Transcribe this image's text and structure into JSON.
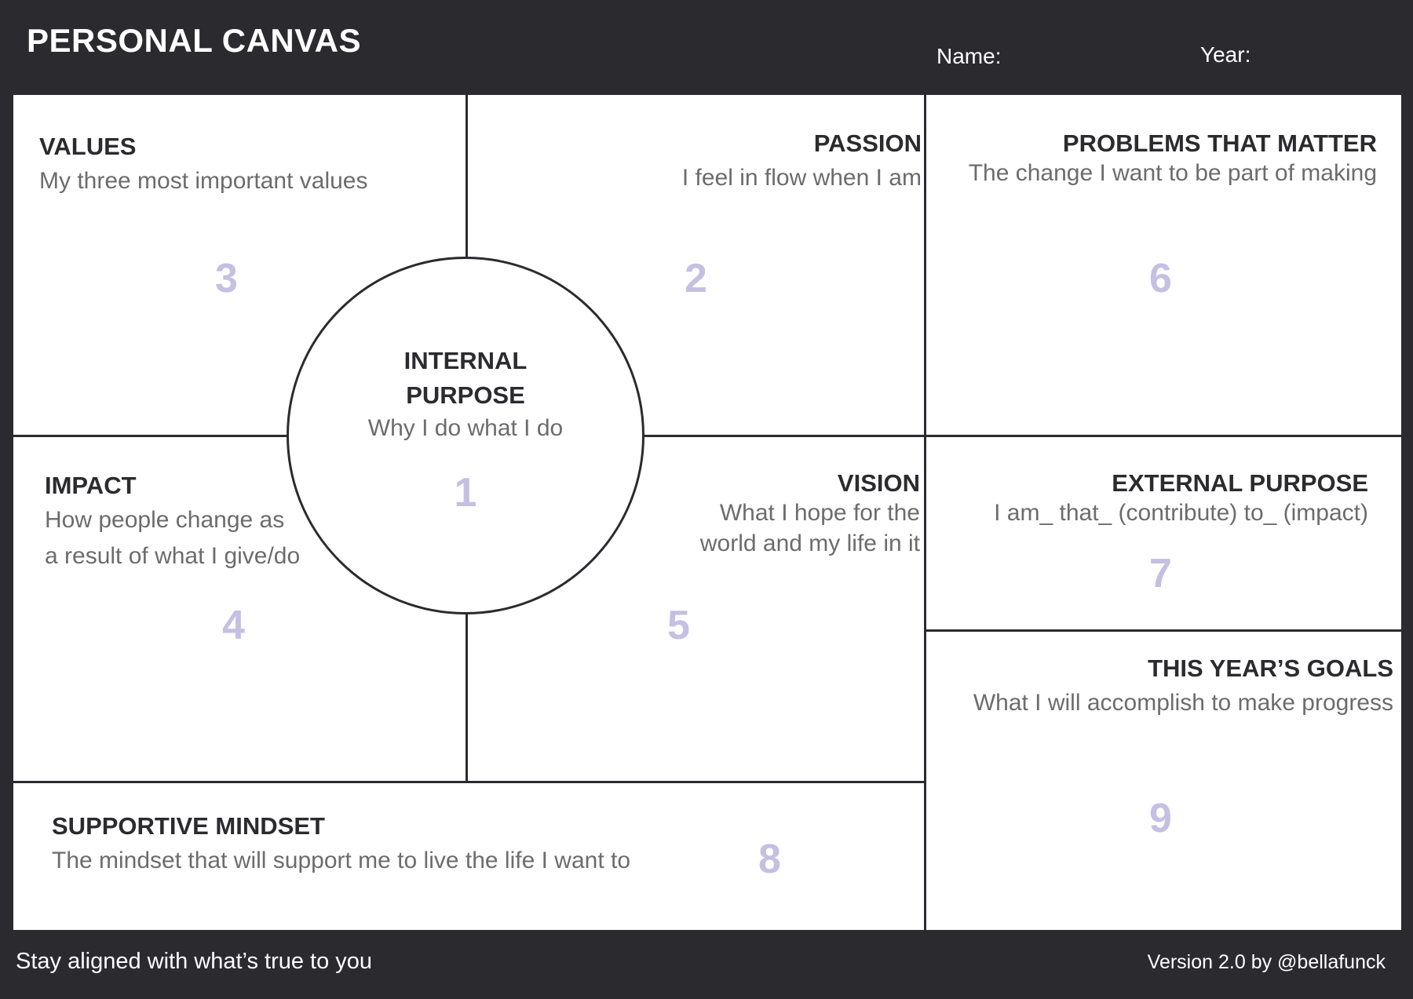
{
  "header": {
    "title": "PERSONAL CANVAS",
    "name_label": "Name:",
    "year_label": "Year:"
  },
  "sections": {
    "values": {
      "heading": "VALUES",
      "subtitle": "My three most important values",
      "number": "3"
    },
    "passion": {
      "heading": "PASSION",
      "subtitle": "I feel in flow when I am",
      "number": "2"
    },
    "problems": {
      "heading": "PROBLEMS THAT MATTER",
      "subtitle": "The change I want to be part of making",
      "number": "6"
    },
    "internal_purpose": {
      "heading_line1": "INTERNAL",
      "heading_line2": "PURPOSE",
      "subtitle": "Why I do what I do",
      "number": "1"
    },
    "impact": {
      "heading": "IMPACT",
      "subtitle_line1": "How people change as",
      "subtitle_line2": "a result of what I give/do",
      "number": "4"
    },
    "vision": {
      "heading": "VISION",
      "subtitle_line1": "What I hope for the",
      "subtitle_line2": "world and my life in it",
      "number": "5"
    },
    "external_purpose": {
      "heading": "EXTERNAL PURPOSE",
      "subtitle": "I am_ that_ (contribute) to_ (impact)",
      "number": "7"
    },
    "goals": {
      "heading": "THIS YEAR’S GOALS",
      "subtitle": "What I will accomplish to make progress",
      "number": "9"
    },
    "mindset": {
      "heading": "SUPPORTIVE MINDSET",
      "subtitle": "The mindset that will support me to live the life I want to",
      "number": "8"
    }
  },
  "footer": {
    "tagline": "Stay aligned with what’s true to you",
    "version": "Version 2.0 by @bellafunck"
  },
  "colors": {
    "background": "#2b2a2f",
    "board": "#ffffff",
    "number": "#c5bfe2",
    "subtitle": "#6c6c6c"
  }
}
